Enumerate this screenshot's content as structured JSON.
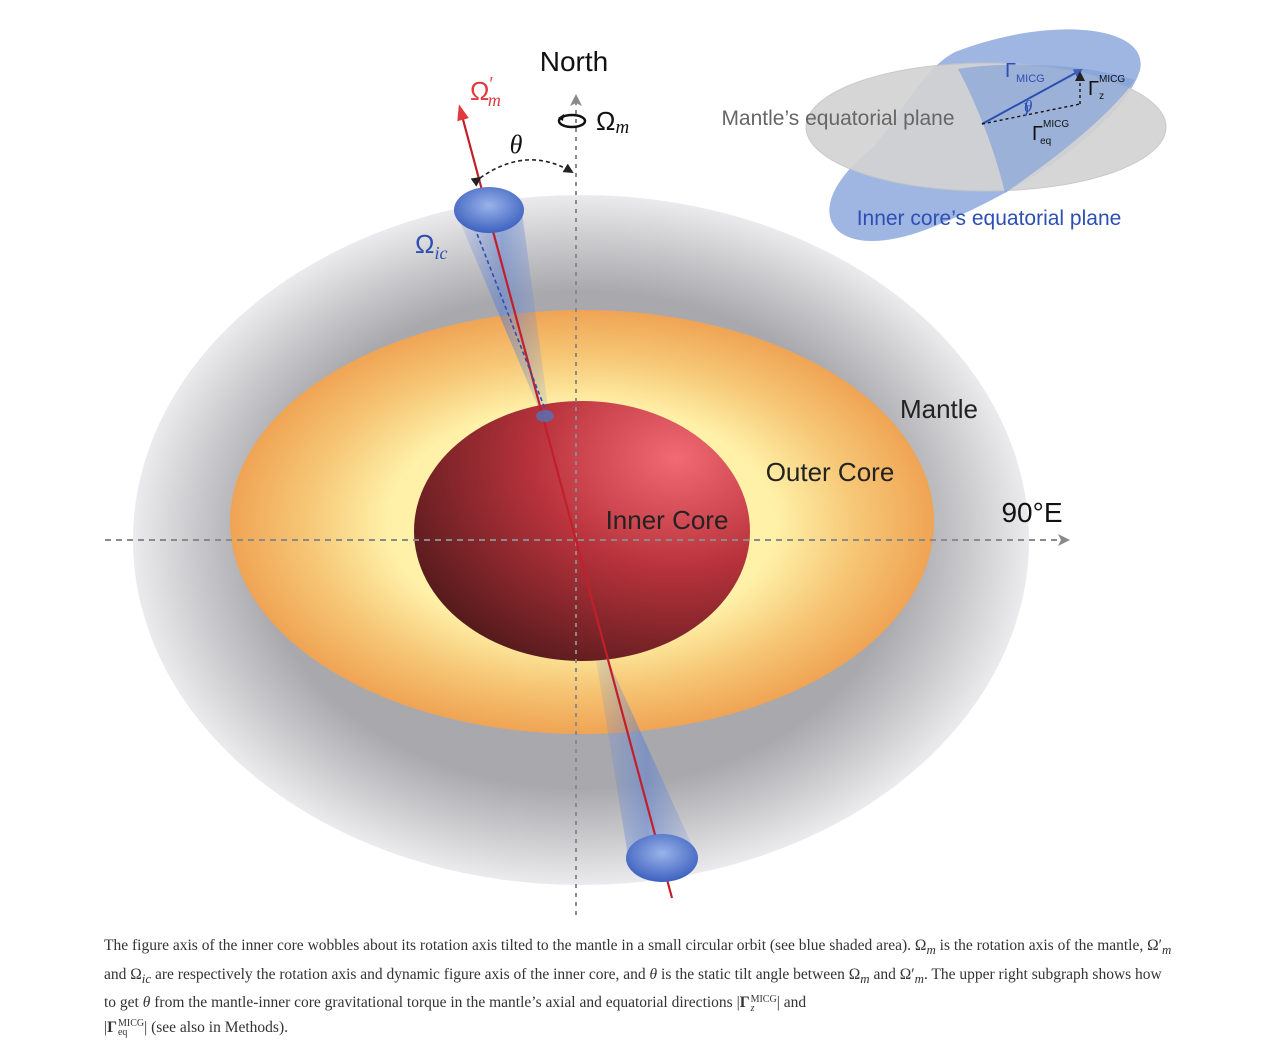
{
  "figure": {
    "labels": {
      "north": "North",
      "east": "90°E",
      "mantle": "Mantle",
      "outer_core": "Outer Core",
      "inner_core": "Inner Core",
      "theta": "θ",
      "omega_m": "Ω",
      "omega_m_sub": "m",
      "omega_m_prime": "Ω",
      "omega_m_prime_sup": "′",
      "omega_m_prime_sub": "m",
      "omega_ic": "Ω",
      "omega_ic_sub": "ic"
    },
    "inset": {
      "mantle_plane": "Mantle’s equatorial plane",
      "inner_core_plane": "Inner core’s equatorial plane",
      "gamma": "Γ",
      "gamma_micg_sub": "MICG",
      "gamma_z_sup": "MICG",
      "gamma_z_sub": "z",
      "gamma_eq_sup": "MICG",
      "gamma_eq_sub": "eq",
      "theta": "θ"
    },
    "colors": {
      "mantle": "#c9c9cc",
      "outer_core": "#f4b45a",
      "inner_core": "#b8323c",
      "rotation_axis_red": "#e03a3e",
      "figure_axis_blue": "#4a6fc4",
      "inset_blue_plane": "#7f9fd8",
      "inset_grey_plane": "#d5d5d5"
    }
  },
  "caption": {
    "p1": "The figure axis of the inner core wobbles about its rotation axis tilted to the mantle in a small circular orbit (see blue shaded area). ",
    "omega": "Ω",
    "m": "m",
    "p2": " is the rotation axis of the mantle, ",
    "prime": "′",
    "p3": " and ",
    "ic": "ic",
    "p4": " are respectively the rotation axis and dynamic figure axis of the inner core, and ",
    "theta": "θ",
    "p5": " is the static tilt angle between ",
    "p6": " and ",
    "p7": ". The upper right subgraph shows how to get ",
    "p8": " from the mantle-inner core gravitational torque in the mantle’s axial and equatorial directions ",
    "bar": "|",
    "gamma": "Γ",
    "micg": "MICG",
    "z": "z",
    "p9": " and ",
    "eq": "eq",
    "p10": " (see also in Methods)."
  }
}
